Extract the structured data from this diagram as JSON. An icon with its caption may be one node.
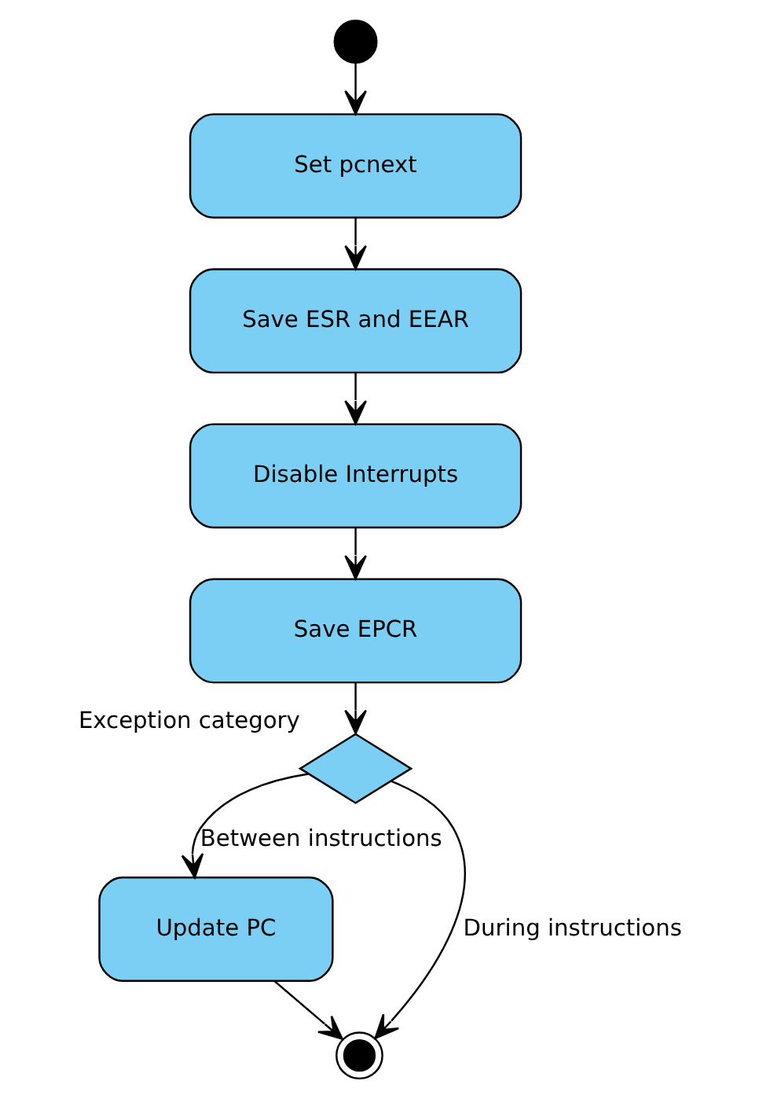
{
  "diagram": {
    "nodes": [
      {
        "text": [],
        "shape": "circle"
      },
      {
        "text": [
          "Set pcnext"
        ]
      },
      {
        "text": [
          "Save ESR and EEAR"
        ]
      },
      {
        "text": [
          "Disable Interrupts"
        ]
      },
      {
        "text": [
          "Save EPCR"
        ]
      },
      {
        "text": [],
        "shape": "diamond",
        "beside": [
          "Exception category"
        ]
      },
      {
        "text": [
          "Update PC"
        ]
      },
      {
        "text": [],
        "shape": "bullseye"
      }
    ],
    "edges": [
      {
        "from": 0,
        "to": 1,
        "arrow": "to"
      },
      {
        "from": 1,
        "to": 2,
        "arrow": "to"
      },
      {
        "from": 2,
        "to": 3,
        "arrow": "to"
      },
      {
        "from": 3,
        "to": 4,
        "arrow": "to"
      },
      {
        "from": 4,
        "to": 5,
        "arrow": "to"
      },
      {
        "from": 5,
        "to": 6,
        "arrow": "to",
        "label": "Between instructions"
      },
      {
        "from": 5,
        "to": 7,
        "arrow": "to",
        "label": "During instructions"
      },
      {
        "from": 6,
        "to": 7,
        "arrow": "to"
      }
    ]
  }
}
